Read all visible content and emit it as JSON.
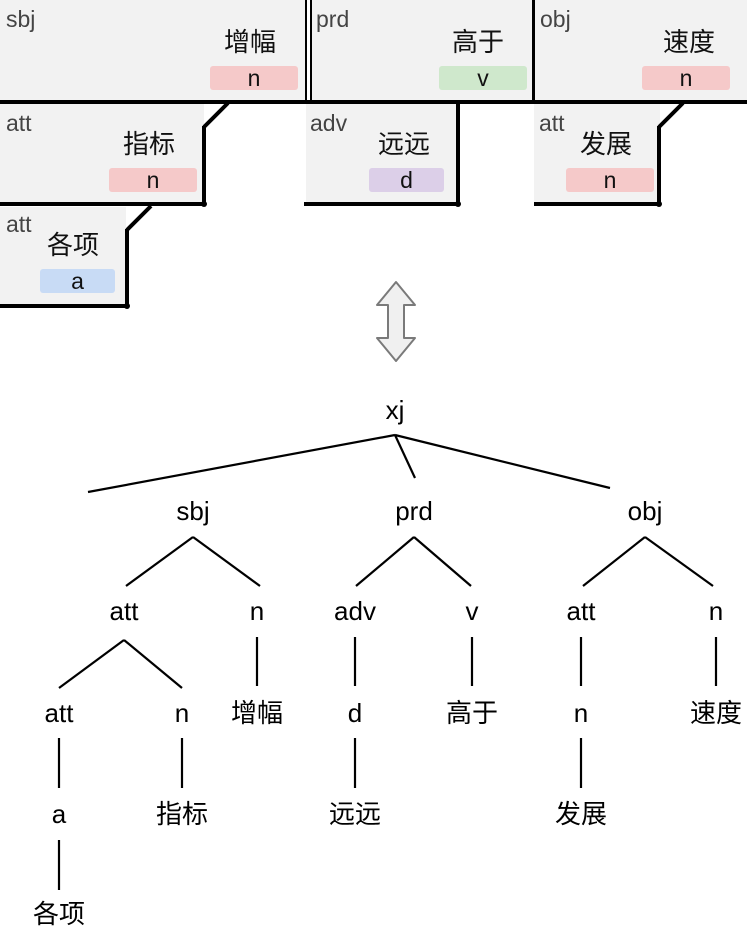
{
  "boxes": {
    "zengfu": {
      "rel": "sbj",
      "word": "增幅",
      "tag": "n"
    },
    "gaoyu": {
      "rel": "prd",
      "word": "高于",
      "tag": "v"
    },
    "sudu": {
      "rel": "obj",
      "word": "速度",
      "tag": "n"
    },
    "zhibiao": {
      "rel": "att",
      "word": "指标",
      "tag": "n"
    },
    "yuanyuan": {
      "rel": "adv",
      "word": "远远",
      "tag": "d"
    },
    "fazhan": {
      "rel": "att",
      "word": "发展",
      "tag": "n"
    },
    "gexiang": {
      "rel": "att",
      "word": "各项",
      "tag": "a"
    }
  },
  "tree": {
    "root": "xj",
    "l1": [
      "sbj",
      "prd",
      "obj"
    ],
    "l2": [
      "att",
      "n",
      "adv",
      "v",
      "att",
      "n"
    ],
    "l3": [
      "att",
      "n",
      "增幅",
      "d",
      "高于",
      "n",
      "速度"
    ],
    "l3b": [
      "指标"
    ],
    "l4": [
      "a",
      "远远",
      "发展"
    ],
    "l5": [
      "各项"
    ]
  },
  "colors": {
    "tag_n": "#f5c9c9",
    "tag_v": "#cfe8cc",
    "tag_d": "#dccfe8",
    "tag_a": "#c8dbf5",
    "box_bg": "#f2f2f2"
  },
  "icons": {
    "arrow": "double-headed-vertical-arrow-icon"
  }
}
